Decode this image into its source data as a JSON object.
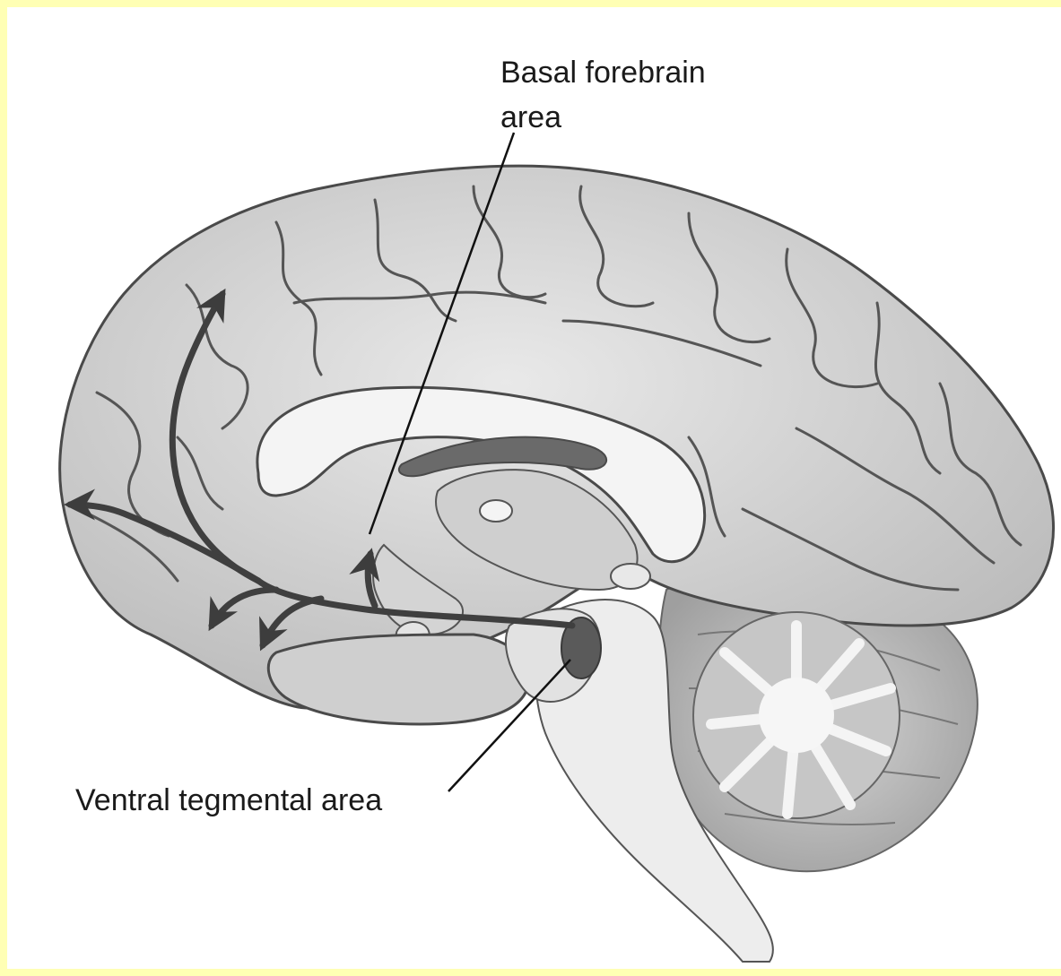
{
  "labels": {
    "basal_forebrain_line1": "Basal forebrain",
    "basal_forebrain_line2": "area",
    "ventral_tegmental": "Ventral tegmental area"
  },
  "colors": {
    "frame": "#ffffb4",
    "background": "#ffffff",
    "cortex": "#d9d9d9",
    "sulcus": "#555555",
    "corpus_callosum": "#f2f2f2",
    "nucleus": "#5a5a5a",
    "pathway": "#4a4a4a",
    "brainstem": "#ececec",
    "cerebellum": "#bdbdbd"
  }
}
